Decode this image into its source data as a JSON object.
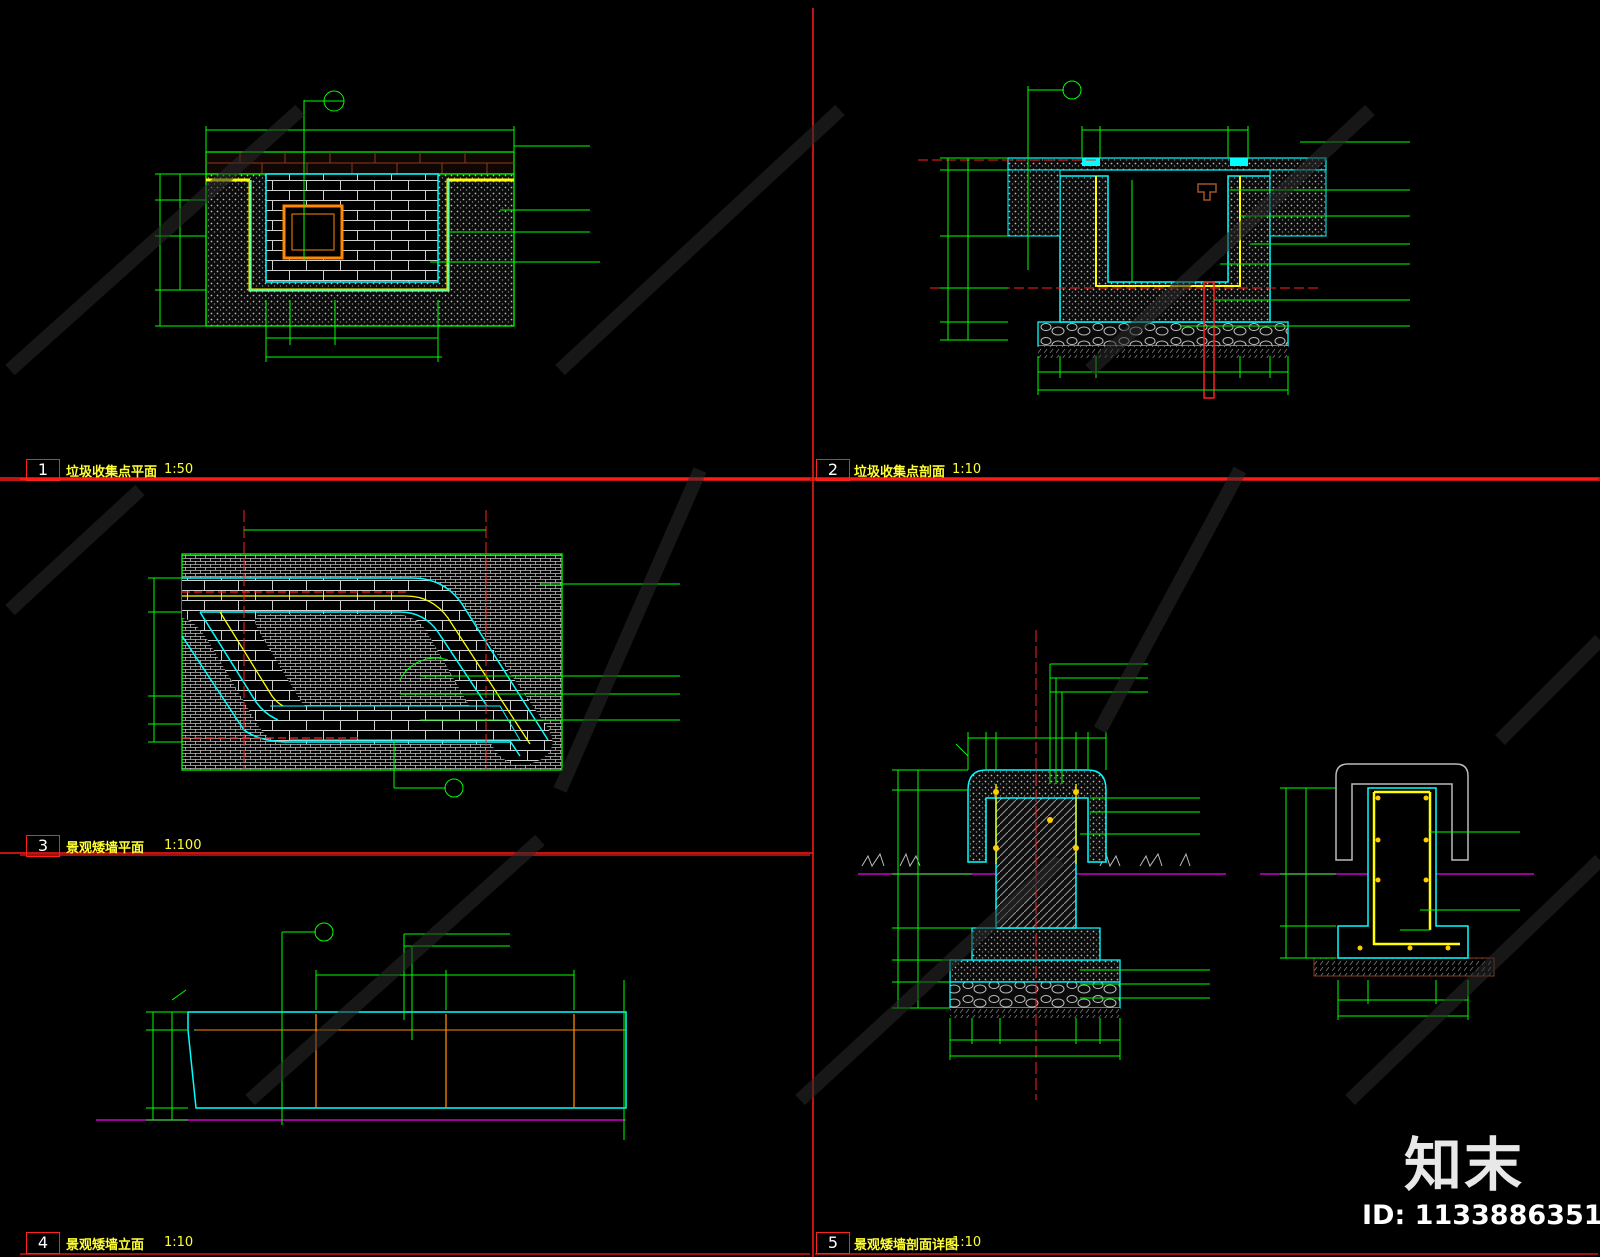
{
  "colors": {
    "background": "#000000",
    "frame": "#ff1a1a",
    "outline_green": "#00ff00",
    "outline_cyan": "#00ffff",
    "outline_yellow": "#ffff00",
    "ground_magenta": "#cc00cc",
    "joint_orange": "#ff8800",
    "label_yellow": "#ffff33"
  },
  "drawings": [
    {
      "number": "1",
      "title": "垃圾收集点平面",
      "scale": "1:50"
    },
    {
      "number": "2",
      "title": "垃圾收集点剖面",
      "scale": "1:10"
    },
    {
      "number": "3",
      "title": "景观矮墙平面",
      "scale": "1:100"
    },
    {
      "number": "4",
      "title": "景观矮墙立面",
      "scale": "1:10"
    },
    {
      "number": "5",
      "title": "景观矮墙剖面详图",
      "scale": "1:10"
    }
  ],
  "watermark": {
    "logo": "知末",
    "id": "ID: 1133886351"
  }
}
